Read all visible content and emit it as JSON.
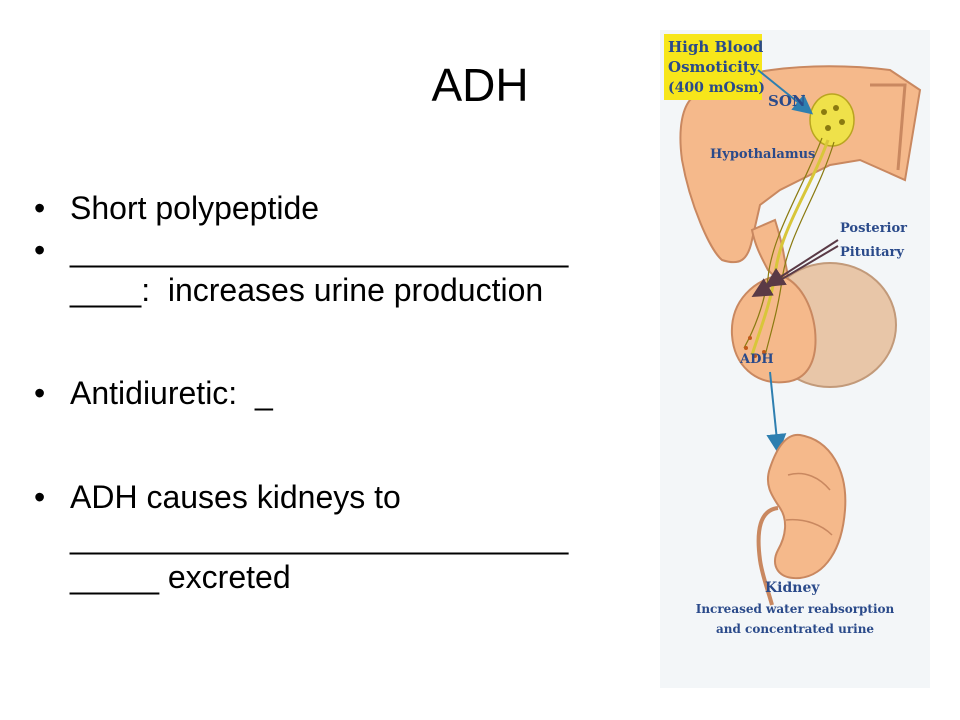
{
  "slide": {
    "title": "ADH",
    "bullets": [
      {
        "lines": [
          "Short polypeptide"
        ]
      },
      {
        "lines": [
          "____________________________",
          "____:  increases urine production"
        ]
      },
      {
        "lines": [
          "Antidiuretic:  _"
        ]
      },
      {
        "lines": [
          "ADH causes kidneys to",
          "____________________________",
          "_____ excreted"
        ]
      }
    ]
  },
  "diagram": {
    "callout_lines": [
      "High Blood",
      "Osmoticity",
      "(400 mOsm)"
    ],
    "son_label": "SON",
    "hypothalamus_label": "Hypothalamus",
    "posterior_lines": [
      "Posterior",
      "Pituitary"
    ],
    "adh_label": "ADH",
    "kidney_label": "Kidney",
    "caption_lines": [
      "Increased water reabsorption",
      "and concentrated urine"
    ],
    "colors": {
      "tissue": "#f5b98b",
      "tissue_dark": "#c98860",
      "pituitary": "#e8c6a8",
      "callout": "#f7e61a",
      "label": "#2a4a8a",
      "arrow": "#2e7fb0",
      "nerve": "#d8c63a"
    }
  }
}
